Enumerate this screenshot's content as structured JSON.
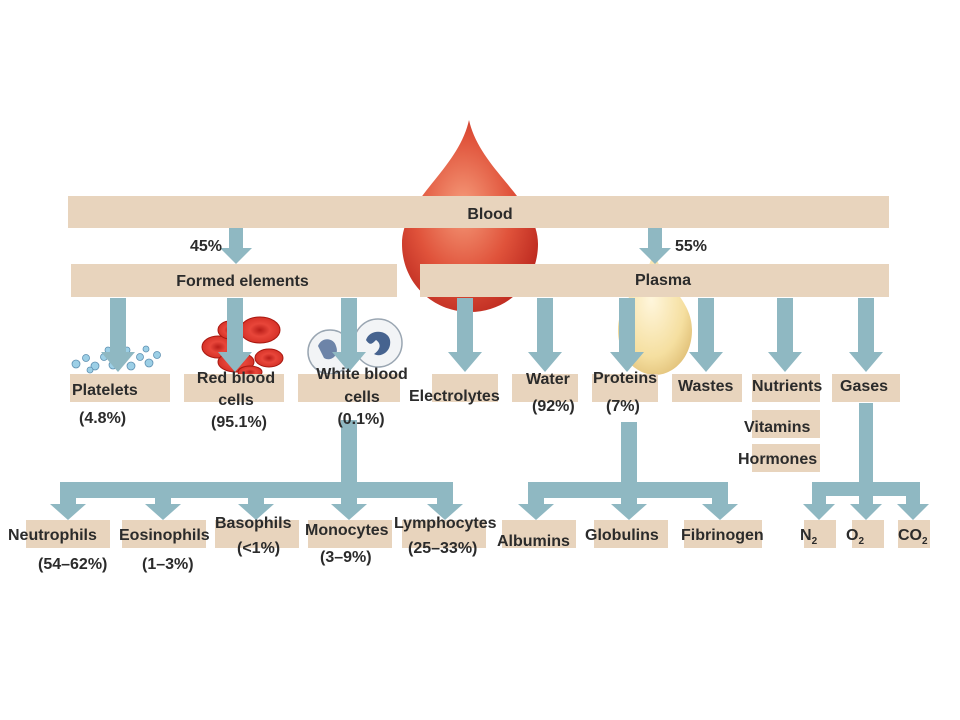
{
  "title": "Blood",
  "split": {
    "formed_pct": "45%",
    "plasma_pct": "55%"
  },
  "formed": {
    "label": "Formed elements",
    "platelets": {
      "name": "Platelets",
      "pct": "(4.8%)"
    },
    "rbc": {
      "name_line1": "Red blood",
      "name_line2": "cells",
      "pct": "(95.1%)"
    },
    "wbc": {
      "name_line1": "White blood",
      "name_line2": "cells",
      "pct": "(0.1%)"
    }
  },
  "plasma": {
    "label": "Plasma",
    "electrolytes": "Electrolytes",
    "water": {
      "name": "Water",
      "pct": "(92%)"
    },
    "proteins": {
      "name": "Proteins",
      "pct": "(7%)"
    },
    "wastes": "Wastes",
    "nutrients": "Nutrients",
    "gases": "Gases",
    "vitamins": "Vitamins",
    "hormones": "Hormones"
  },
  "wbc_types": {
    "neutrophils": {
      "name": "Neutrophils",
      "pct": "(54–62%)"
    },
    "eosinophils": {
      "name": "Eosinophils",
      "pct": "(1–3%)"
    },
    "basophils": {
      "name": "Basophils",
      "pct": "(<1%)"
    },
    "monocytes": {
      "name": "Monocytes",
      "pct": "(3–9%)"
    },
    "lymphocytes": {
      "name": "Lymphocytes",
      "pct": "(25–33%)"
    }
  },
  "protein_types": {
    "albumins": "Albumins",
    "globulins": "Globulins",
    "fibrinogen": "Fibrinogen"
  },
  "gas_types": {
    "n2": {
      "base": "N",
      "sub": "2"
    },
    "o2": {
      "base": "O",
      "sub": "2"
    },
    "co2": {
      "base": "CO",
      "sub": "2"
    }
  },
  "colors": {
    "box": "#e8d4bd",
    "arrow": "#8fb8c2",
    "blood": "#d9382c",
    "plasma": "#f3dc9a"
  }
}
